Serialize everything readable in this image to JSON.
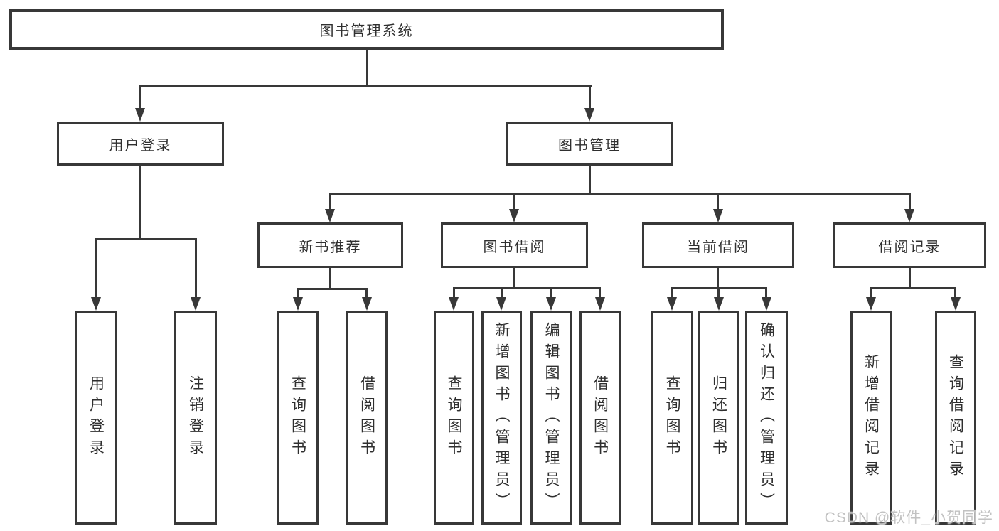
{
  "tree": {
    "root": "图书管理系统",
    "branches": [
      {
        "label": "用户登录",
        "children": [
          "用户登录",
          "注销登录"
        ]
      },
      {
        "label": "图书管理",
        "modules": [
          {
            "label": "新书推荐",
            "children": [
              "查询图书",
              "借阅图书"
            ]
          },
          {
            "label": "图书借阅",
            "children": [
              "查询图书",
              "新增图书（管理员）",
              "编辑图书（管理员）",
              "借阅图书"
            ]
          },
          {
            "label": "当前借阅",
            "children": [
              "查询图书",
              "归还图书",
              "确认归还（管理员）"
            ]
          },
          {
            "label": "借阅记录",
            "children": [
              "新增借阅记录",
              "查询借阅记录"
            ]
          }
        ]
      }
    ]
  },
  "watermark": {
    "text": "CSDN @软件_小贺同学",
    "color": "#c2c2c2"
  },
  "colors": {
    "line": "#383838",
    "text": "#2f2f2f",
    "background": "#ffffff"
  }
}
